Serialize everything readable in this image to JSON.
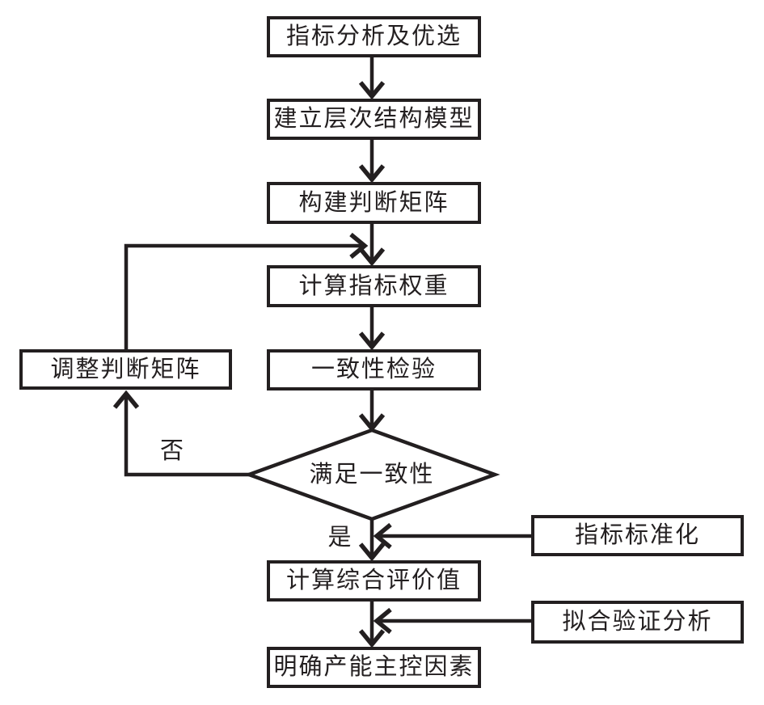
{
  "nodes": {
    "indicator_analysis": "指标分析及优选",
    "hierarchy_model": "建立层次结构模型",
    "judgment_matrix": "构建判断矩阵",
    "weight_calc": "计算指标权重",
    "consistency_test": "一致性检验",
    "consistency_decision": "满足一致性",
    "adjust_matrix": "调整判断矩阵",
    "standardization": "指标标准化",
    "comprehensive_eval": "计算综合评价值",
    "fitting_analysis": "拟合验证分析",
    "main_factors": "明确产能主控因素"
  },
  "labels": {
    "no": "否",
    "yes": "是"
  },
  "colors": {
    "ink": "#231f20",
    "background": "#ffffff"
  }
}
